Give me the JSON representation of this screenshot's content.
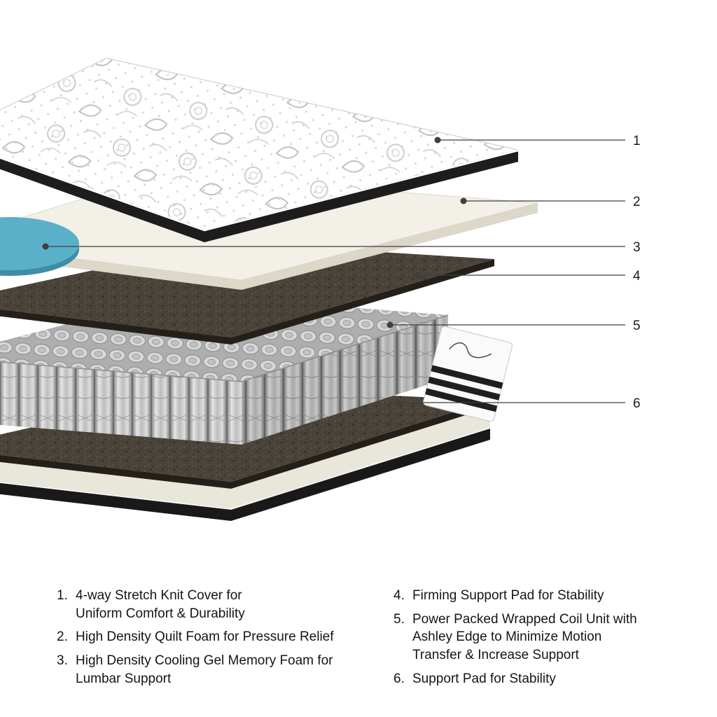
{
  "diagram": {
    "callouts": [
      {
        "label": "1"
      },
      {
        "label": "2"
      },
      {
        "label": "3"
      },
      {
        "label": "4"
      },
      {
        "label": "5"
      },
      {
        "label": "6"
      }
    ],
    "colors": {
      "cover_white": "#ffffff",
      "quilt_foam_cream": "#f3f0e8",
      "gel_blue": "#5bb0c9",
      "support_pad_brown": "#4a4339",
      "coil_gray": "#c6c6c6",
      "binding_black": "#1d1d1d",
      "callout_line": "#3f3f3f"
    }
  },
  "legend": {
    "left": [
      {
        "num": "1.",
        "text": "4-way Stretch Knit Cover for\nUniform Comfort & Durability"
      },
      {
        "num": "2.",
        "text": "High Density Quilt Foam for Pressure Relief"
      },
      {
        "num": "3.",
        "text": "High Density Cooling Gel Memory Foam for\nLumbar Support"
      }
    ],
    "right": [
      {
        "num": "4.",
        "text": "Firming Support Pad for Stability"
      },
      {
        "num": "5.",
        "text": "Power Packed Wrapped Coil Unit with\nAshley Edge to Minimize Motion\nTransfer & Increase Support"
      },
      {
        "num": "6.",
        "text": "Support Pad for Stability"
      }
    ]
  }
}
